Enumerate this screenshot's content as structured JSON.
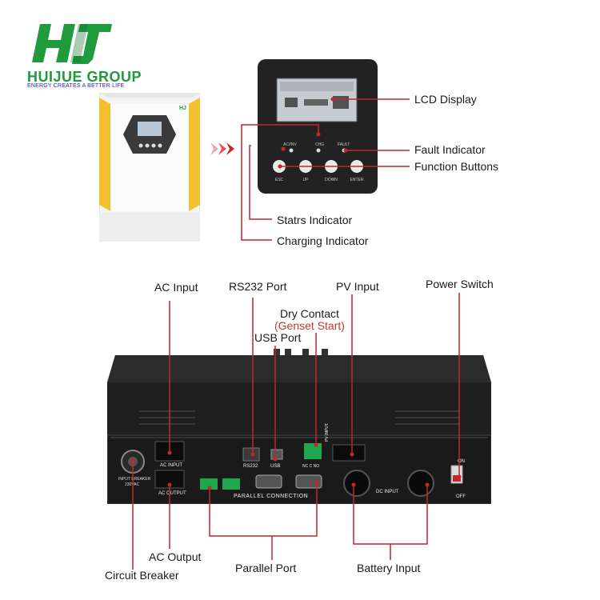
{
  "brand": {
    "name": "HUIJUE GROUP",
    "tagline": "ENERGY CREATES A BETTER LIFE",
    "mark": "HJ",
    "accent": "#1f9a3c"
  },
  "inverter_front": {
    "brand_badge": "HJ"
  },
  "panel": {
    "leds": {
      "ac_inv": "AC/INV",
      "chg": "CHG",
      "fault": "FAULT"
    },
    "buttons": [
      "ESC",
      "UP",
      "DOWN",
      "ENTER"
    ]
  },
  "top_callouts": {
    "lcd": "LCD Display",
    "fault": "Fault Indicator",
    "function_buttons": "Function Buttons",
    "status": "Statrs Indicator",
    "charging": "Charging Indicator"
  },
  "rear_callouts": {
    "ac_input": "AC Input",
    "rs232": "RS232 Port",
    "dry_contact": "Dry Contact",
    "genset": "(Genset Start)",
    "usb": "USB Port",
    "pv_input": "PV Input",
    "power_switch": "Power Switch",
    "ac_output": "AC Output",
    "circuit_breaker": "Circuit Breaker",
    "parallel": "Parallel Port",
    "battery": "Battery Input"
  },
  "rear_panel_text": {
    "ac_input": "AC INPUT",
    "ac_output": "AC OUTPUT",
    "rs232": "RS232",
    "usb": "USB",
    "nc_c_no": "NC C NO",
    "pv_input": "PV INPUT",
    "dc_input": "DC INPUT",
    "parallel_connection": "PARALLEL CONNECTION",
    "breaker": "INPUT BREAKER",
    "breaker_rating": "230VAC",
    "on": "ON",
    "off": "OFF"
  },
  "colors": {
    "callout_line": "#c1272d",
    "genset_text": "#c0392b",
    "chassis": "#1b1b1b",
    "yellow": "#f2c12e"
  }
}
